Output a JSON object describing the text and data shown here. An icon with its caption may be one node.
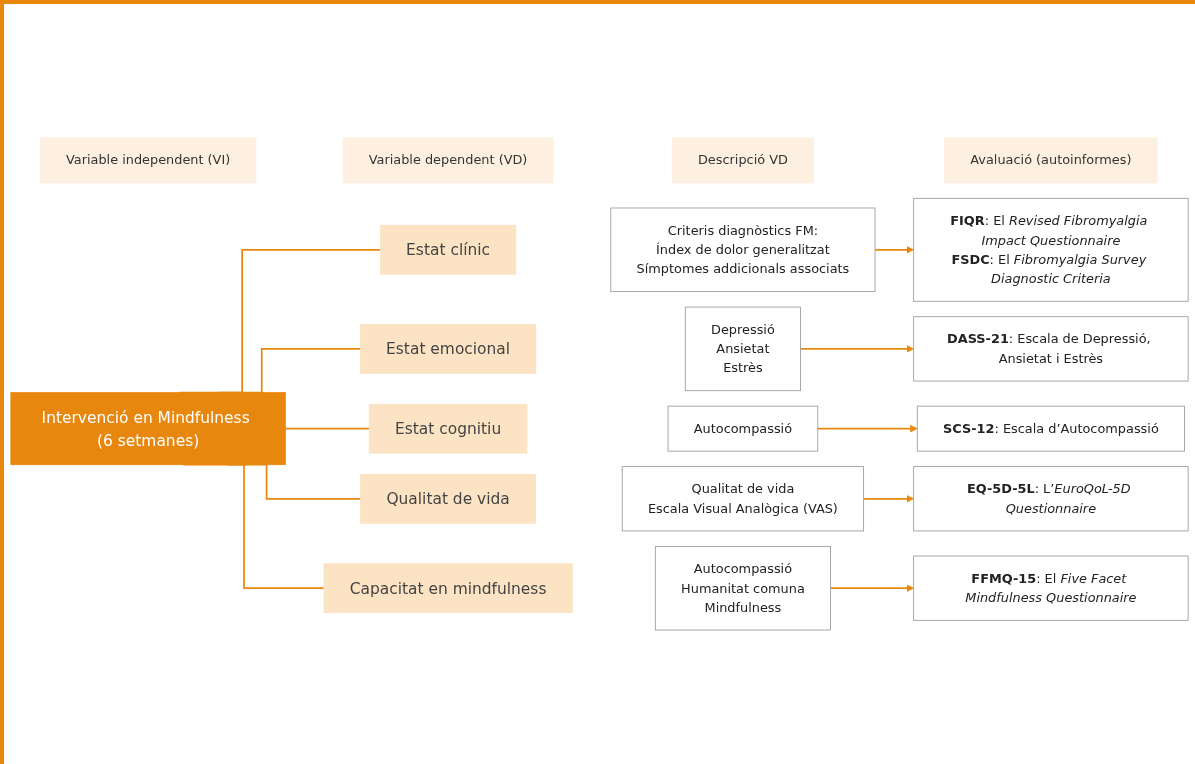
{
  "diagram": {
    "nodes": [
      {
        "text": [
          "Variable independent (VI)"
        ]
      },
      {
        "text": [
          "Variable dependent (VD)"
        ]
      },
      {
        "text": [
          "Descripció VD"
        ]
      },
      {
        "text": [
          "Avaluació (autoinformes)"
        ]
      },
      {
        "text": [
          "Intervenció en Mindfulness (6 setmanes)"
        ]
      },
      {
        "text": [
          "Estat clínic"
        ]
      },
      {
        "text": [
          "Criteris diagnòstics FM:",
          "Índex de dolor generalitzat",
          "Símptomes addicionals associats"
        ]
      },
      {
        "text": [
          "**FIQR**: El *Revised Fibromyalgia Impact Questionnaire*",
          "**FSDC**: El *Fibromyalgia Survey Diagnostic Criteria*"
        ]
      },
      {
        "text": [
          "Estat emocional"
        ]
      },
      {
        "text": [
          "Depressió",
          "Ansietat",
          "Estrès"
        ]
      },
      {
        "text": [
          "**DASS-21**: Escala de Depressió, Ansietat i Estrès"
        ]
      },
      {
        "text": [
          "Estat cognitiu"
        ]
      },
      {
        "text": [
          "Autocompassió"
        ]
      },
      {
        "text": [
          "**SCS-12**: Escala d’Autocompassió"
        ]
      },
      {
        "text": [
          "Qualitat de vida"
        ]
      },
      {
        "text": [
          "Qualitat de vida",
          "Escala Visual Analògica (VAS)"
        ]
      },
      {
        "text": [
          "**EQ-5D-5L**: L’*EuroQoL-5D Questionnaire*"
        ]
      },
      {
        "text": [
          "Capacitat en mindfulness"
        ]
      },
      {
        "text": [
          "Autocompassió",
          "Humanitat comuna",
          "Mindfulness"
        ]
      },
      {
        "text": [
          "**FFMQ-15**: El *Five Facet Mindfulness Questionnaire*"
        ]
      }
    ],
    "edges": [
      {
        "from": 4,
        "to": 5,
        "arrow": "none"
      },
      {
        "from": 4,
        "to": 8,
        "arrow": "none"
      },
      {
        "from": 4,
        "to": 11,
        "arrow": "none"
      },
      {
        "from": 4,
        "to": 14,
        "arrow": "none"
      },
      {
        "from": 4,
        "to": 17,
        "arrow": "none"
      },
      {
        "from": 6,
        "to": 7,
        "arrow": "to"
      },
      {
        "from": 9,
        "to": 10,
        "arrow": "to"
      },
      {
        "from": 12,
        "to": 13,
        "arrow": "to"
      },
      {
        "from": 15,
        "to": 16,
        "arrow": "to"
      },
      {
        "from": 18,
        "to": 19,
        "arrow": "to"
      }
    ]
  }
}
